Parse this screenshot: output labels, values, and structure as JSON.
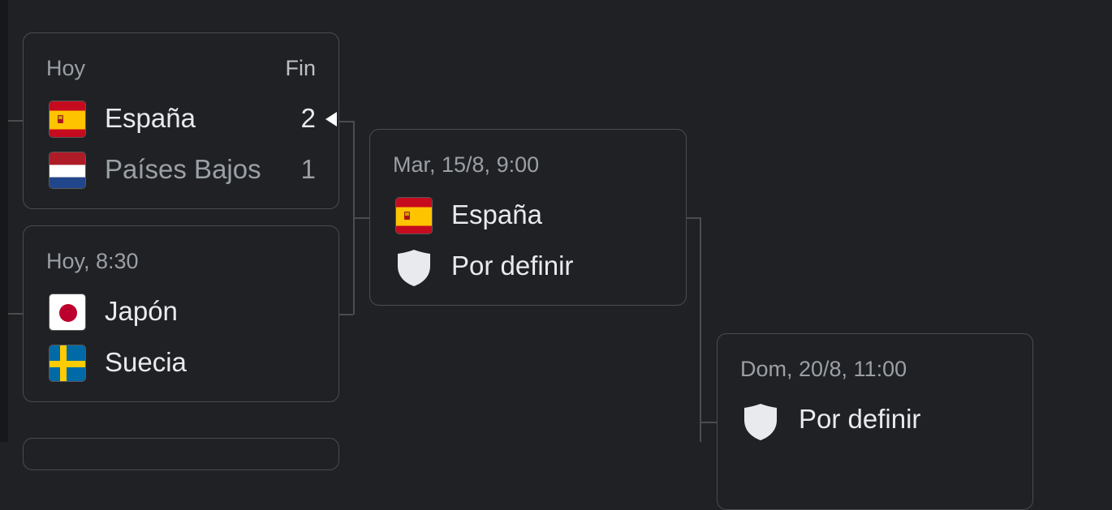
{
  "bracket": {
    "match1": {
      "date": "Hoy",
      "status": "Fin",
      "team1": {
        "name": "España",
        "score": "2",
        "flag": "spain-flag"
      },
      "team2": {
        "name": "Países Bajos",
        "score": "1",
        "flag": "netherlands-flag"
      }
    },
    "match2": {
      "date": "Hoy, 8:30",
      "team1": {
        "name": "Japón",
        "flag": "japan-flag"
      },
      "team2": {
        "name": "Suecia",
        "flag": "sweden-flag"
      }
    },
    "semifinal": {
      "date": "Mar, 15/8, 9:00",
      "team1": {
        "name": "España",
        "flag": "spain-flag"
      },
      "team2": {
        "name": "Por definir",
        "icon": "shield-icon"
      }
    },
    "final": {
      "date": "Dom, 20/8, 11:00",
      "team1": {
        "name": "Por definir",
        "icon": "shield-icon"
      }
    }
  },
  "colors": {
    "background": "#202124",
    "card_border": "#4a4c50",
    "text_primary": "#e8eaed",
    "text_secondary": "#9aa0a6"
  }
}
